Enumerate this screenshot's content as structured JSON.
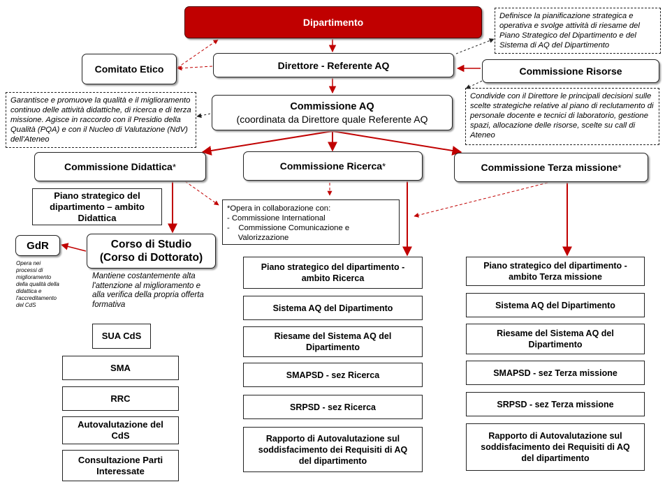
{
  "dipartimento": "Dipartimento",
  "direttore": "Direttore - Referente AQ",
  "comitato_etico": "Comitato Etico",
  "commissione_risorse": "Commissione Risorse",
  "nota_direttore": "Definisce la pianificazione strategica e operativa e svolge attività di riesame del Piano Strategico del Dipartimento e del Sistema di AQ del Dipartimento",
  "nota_risorse": "Condivide con il Direttore le principali decisioni sulle scelte strategiche relative al piano di reclutamento di personale docente e tecnici di laboratorio, gestione spazi, allocazione delle risorse, scelte su call di Ateneo",
  "nota_commissione_aq": "Garantisce e promuove la qualità e il miglioramento continuo delle attività didattiche, di ricerca e di terza missione. Agisce in raccordo con il Presidio della Qualità (PQA) e con il Nucleo di Valutazione (NdV) dell'Ateneo",
  "commissione_aq": {
    "title": "Commissione AQ",
    "subtitle": "(coordinata da Direttore quale Referente AQ"
  },
  "commissione_didattica": "Commissione Didattica",
  "commissione_ricerca": "Commissione Ricerca",
  "commissione_terza_missione": "Commissione Terza missione",
  "asterisk": "*",
  "collaborazione": {
    "title": "*Opera in collaborazione con:",
    "items": [
      "- Commissione International",
      "-    Commissione Comunicazione e",
      "     Valorizzazione"
    ]
  },
  "didattica": {
    "piano": [
      "Piano strategico del",
      "dipartimento – ambito",
      "Didattica"
    ],
    "corso": [
      "Corso di Studio",
      "(Corso di Dottorato)"
    ],
    "nota_corso": "Mantiene costantemente alta l'attenzione al miglioramento e alla verifica della propria offerta formativa",
    "gdr": "GdR",
    "nota_gdr": [
      "Opera nei",
      "processi di",
      "miglioramento",
      "della qualità della",
      "didattica e",
      "l'accreditamento",
      "del CdS"
    ],
    "sua": "SUA CdS",
    "sma": "SMA",
    "rrc": "RRC",
    "autovalutazione": [
      "Autovalutazione del",
      "CdS"
    ],
    "consultazione": [
      "Consultazione Parti",
      "Interessate"
    ]
  },
  "ricerca": {
    "piano": [
      "Piano strategico del dipartimento -",
      "ambito Ricerca"
    ],
    "sistema": "Sistema AQ del Dipartimento",
    "riesame": [
      "Riesame del Sistema AQ del",
      "Dipartimento"
    ],
    "smapsd": "SMAPSD - sez Ricerca",
    "srpsd": "SRPSD - sez Ricerca",
    "rapporto": [
      "Rapporto di Autovalutazione sul",
      "soddisfacimento dei Requisiti di AQ",
      "del dipartimento"
    ]
  },
  "terza": {
    "piano": [
      "Piano strategico del dipartimento -",
      "ambito Terza missione"
    ],
    "sistema": "Sistema AQ del Dipartimento",
    "riesame": [
      "Riesame del Sistema AQ del",
      "Dipartimento"
    ],
    "smapsd": "SMAPSD - sez Terza missione",
    "srpsd": "SRPSD - sez Terza missione",
    "rapporto": [
      "Rapporto di Autovalutazione sul",
      "soddisfacimento dei Requisiti di AQ",
      "del dipartimento"
    ]
  },
  "colors": {
    "red": "#c00000",
    "dark_red": "#b30000",
    "border": "#222222"
  }
}
